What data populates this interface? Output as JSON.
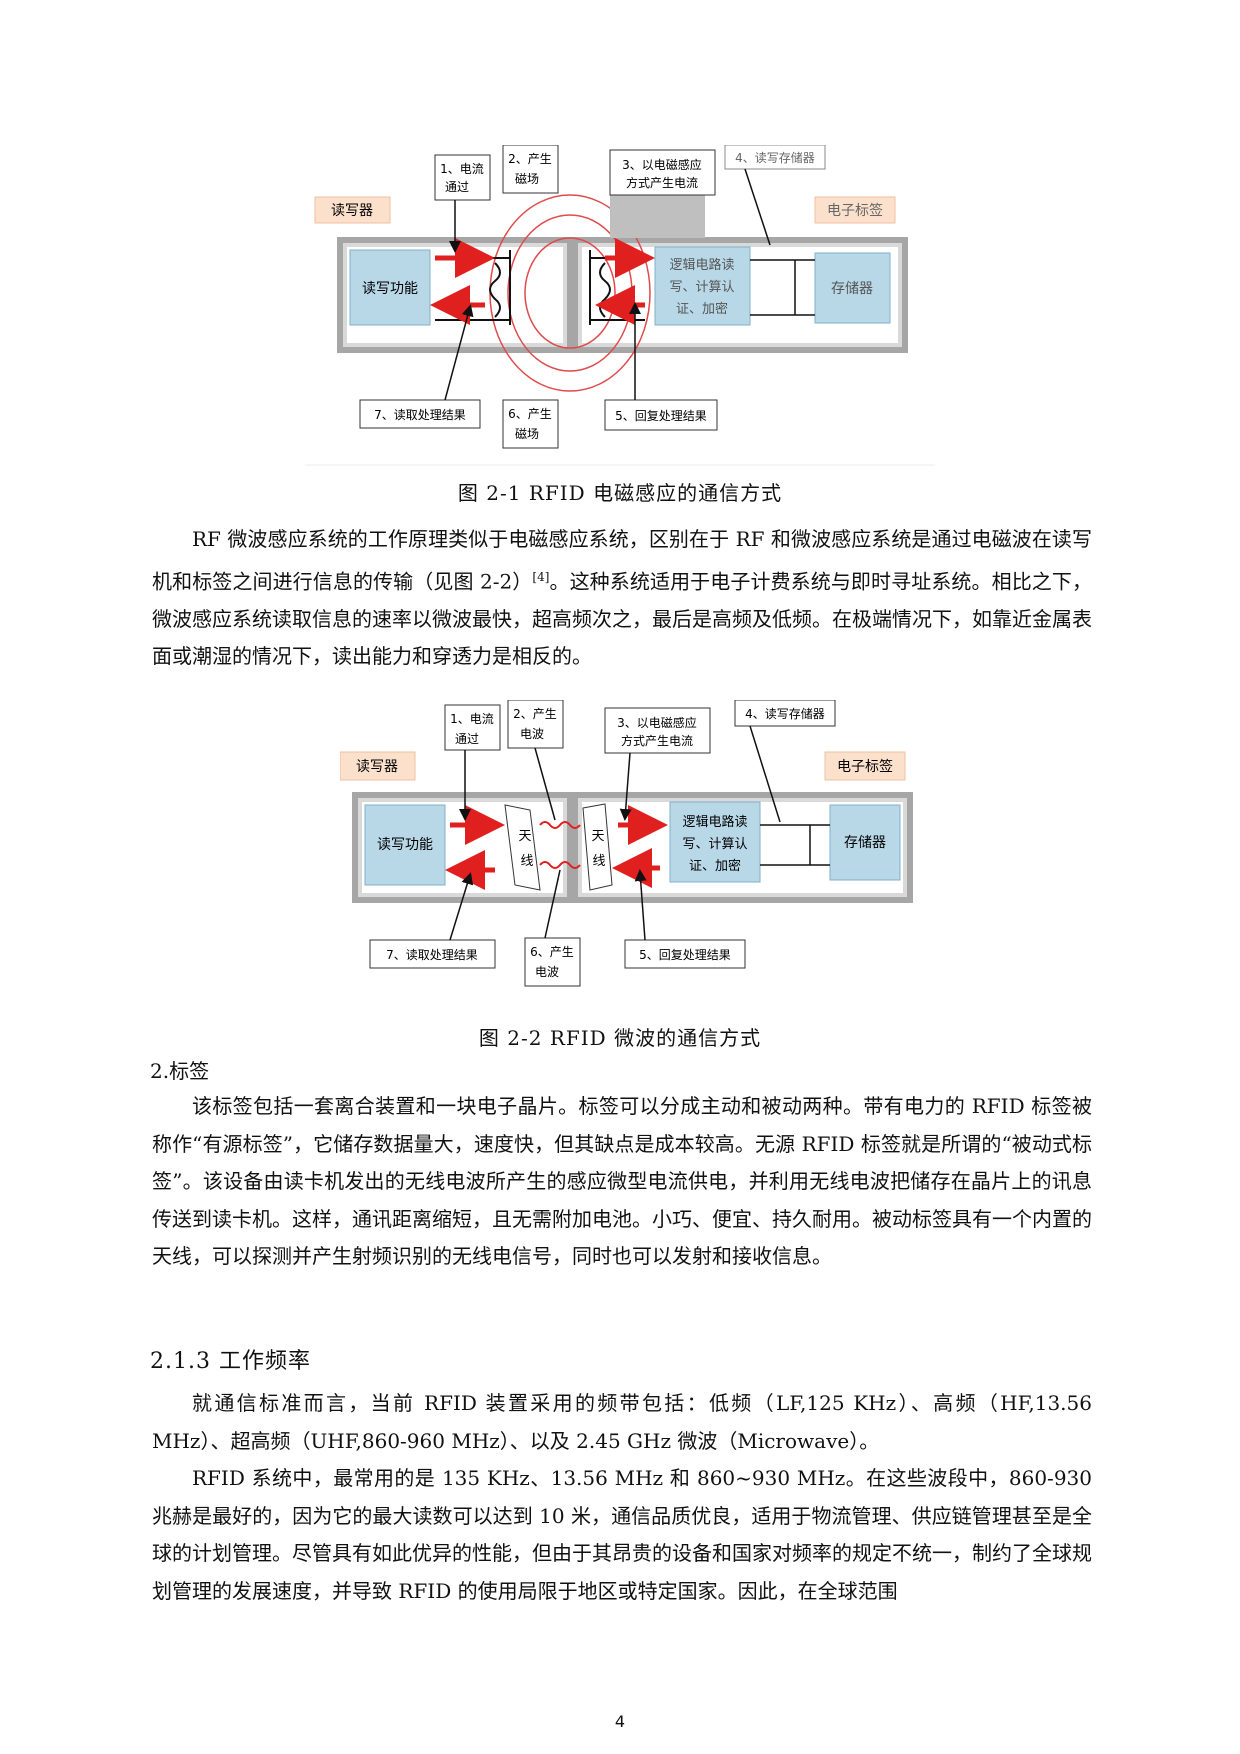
{
  "figure1": {
    "reader_label": "读写器",
    "tag_label": "电子标签",
    "rw_func": "读写功能",
    "logic_lines": [
      "逻辑电路读",
      "写、计算认",
      "证、加密"
    ],
    "storage": "存储器",
    "callout1": [
      "1、电流",
      "通过"
    ],
    "callout2": [
      "2、产生",
      "磁场"
    ],
    "callout3": [
      "3、以电磁感应",
      "方式产生电流"
    ],
    "callout4": "4、读写存储器",
    "callout5": "5、回复处理结果",
    "callout6": [
      "6、产生",
      "磁场"
    ],
    "callout7": "7、读取处理结果",
    "caption": "图 2-1 RFID 电磁感应的通信方式"
  },
  "para1": {
    "text_a": "RF 微波感应系统的工作原理类似于电磁感应系统，区别在于 RF 和微波感应系统是通过电磁波在读写机和标签之间进行信息的传输（见图 2-2）",
    "ref": "[4]",
    "text_b": "。这种系统适用于电子计费系统与即时寻址系统。相比之下，微波感应系统读取信息的速率以微波最快，超高频次之，最后是高频及低频。在极端情况下，如靠近金属表面或潮湿的情况下，读出能力和穿透力是相反的。"
  },
  "figure2": {
    "reader_label": "读写器",
    "tag_label": "电子标签",
    "rw_func": "读写功能",
    "antenna_lines": [
      "天",
      "线"
    ],
    "logic_lines": [
      "逻辑电路读",
      "写、计算认",
      "证、加密"
    ],
    "storage": "存储器",
    "callout1": [
      "1、电流",
      "通过"
    ],
    "callout2": [
      "2、产生",
      "电波"
    ],
    "callout3": [
      "3、以电磁感应",
      "方式产生电流"
    ],
    "callout4": "4、读写存储器",
    "callout5": "5、回复处理结果",
    "callout6": [
      "6、产生",
      "电波"
    ],
    "callout7": "7、读取处理结果",
    "caption": "图 2-2 RFID 微波的通信方式"
  },
  "section_tag": {
    "heading": "2.标签",
    "text": "该标签包括一套离合装置和一块电子晶片。标签可以分成主动和被动两种。带有电力的 RFID 标签被称作“有源标签”，它储存数据量大，速度快，但其缺点是成本较高。无源 RFID 标签就是所谓的“被动式标签”。该设备由读卡机发出的无线电波所产生的感应微型电流供电，并利用无线电波把储存在晶片上的讯息传送到读卡机。这样，通讯距离缩短，且无需附加电池。小巧、便宜、持久耐用。被动标签具有一个内置的天线，可以探测并产生射频识别的无线电信号，同时也可以发射和接收信息。"
  },
  "section_freq": {
    "heading": "2.1.3 工作频率",
    "p1": "就通信标准而言，当前 RFID 装置采用的频带包括：低频（LF,125 KHz）、高频（HF,13.56 MHz）、超高频（UHF,860-960 MHz）、以及 2.45 GHz 微波（Microwave）。",
    "p2": "RFID 系统中，最常用的是 135 KHz、13.56 MHz 和 860~930 MHz。在这些波段中，860-930 兆赫是最好的，因为它的最大读数可以达到 10 米，通信品质优良，适用于物流管理、供应链管理甚至是全球的计划管理。尽管具有如此优异的性能，但由于其昂贵的设备和国家对频率的规定不统一，制约了全球规划管理的发展速度，并导致 RFID 的使用局限于地区或特定国家。因此，在全球范围"
  },
  "page_number": "4",
  "colors": {
    "frame_gray": "#a6a6a6",
    "box_blue": "#b8d8e8",
    "label_orange": "#fbe0cc",
    "arrow_red": "#e01f1f",
    "ring_red": "#e04a4a"
  }
}
